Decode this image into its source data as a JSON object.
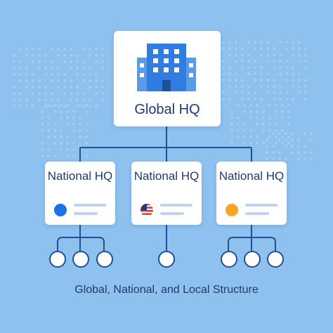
{
  "colors": {
    "background": "#8fc1ee",
    "card": "#ffffff",
    "connector": "#1f4f94",
    "text": "#1f3a6b",
    "building": "#2f7de0",
    "indicator_blue": "#1a73e8",
    "indicator_orange": "#f5a623",
    "placeholder_line": "#bfd3ee"
  },
  "global_hq": {
    "icon": "office-building-icon",
    "label": "Global HQ"
  },
  "national_hqs": [
    {
      "title": "National HQ",
      "indicator": "blue-dot"
    },
    {
      "title": "National HQ",
      "indicator": "us-flag-icon"
    },
    {
      "title": "National HQ",
      "indicator": "orange-dot"
    }
  ],
  "local_offices": {
    "per_national": [
      3,
      1,
      3
    ]
  },
  "caption": "Global, National, and Local Structure"
}
